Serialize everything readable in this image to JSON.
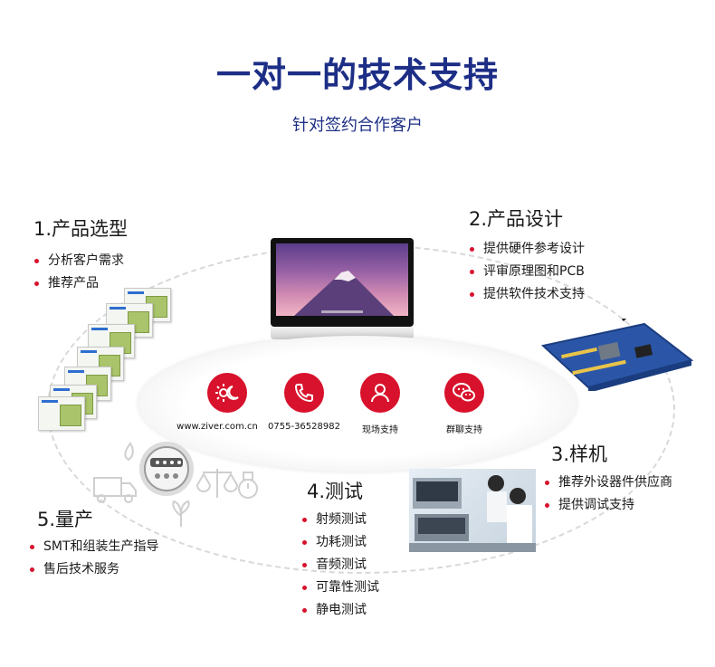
{
  "header": {
    "title": "一对一的技术支持",
    "subtitle": "针对签约合作客户"
  },
  "sections": {
    "s1": {
      "title": "1.产品选型",
      "items": [
        "分析客户需求",
        "推荐产品"
      ]
    },
    "s2": {
      "title": "2.产品设计",
      "items": [
        "提供硬件参考设计",
        "评审原理图和PCB",
        "提供软件技术支持"
      ]
    },
    "s3": {
      "title": "3.样机",
      "items": [
        "推荐外设器件供应商",
        "提供调试支持"
      ]
    },
    "s4": {
      "title": "4.测试",
      "items": [
        "射频测试",
        "功耗测试",
        "音频测试",
        "可靠性测试",
        "静电测试"
      ]
    },
    "s5": {
      "title": "5.量产",
      "items": [
        "SMT和组装生产指导",
        "售后技术服务"
      ]
    }
  },
  "support": {
    "website": "www.ziver.com.cn",
    "phone": "0755-36528982",
    "onsite": "现场支持",
    "group_chat": "群聊支持"
  },
  "icons": {
    "website": "sun-moon-icon",
    "phone": "phone-icon",
    "onsite": "person-icon",
    "group_chat": "wechat-icon"
  },
  "colors": {
    "title": "#1d2e86",
    "accent": "#d8122c",
    "bullet": "#d8122c"
  }
}
